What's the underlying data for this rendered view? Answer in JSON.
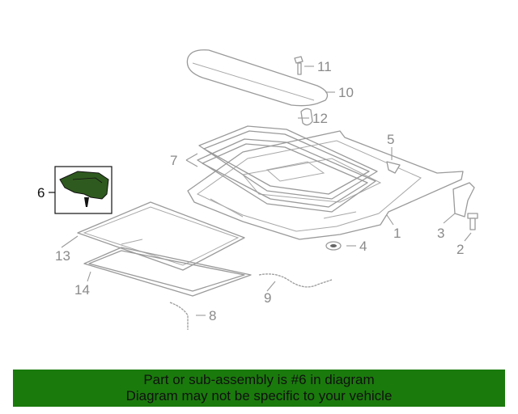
{
  "diagram": {
    "callouts": [
      {
        "id": "1",
        "label": "1"
      },
      {
        "id": "2",
        "label": "2"
      },
      {
        "id": "3",
        "label": "3"
      },
      {
        "id": "4",
        "label": "4"
      },
      {
        "id": "5",
        "label": "5"
      },
      {
        "id": "6",
        "label": "6"
      },
      {
        "id": "7",
        "label": "7"
      },
      {
        "id": "8",
        "label": "8"
      },
      {
        "id": "9",
        "label": "9"
      },
      {
        "id": "10",
        "label": "10"
      },
      {
        "id": "11",
        "label": "11"
      },
      {
        "id": "12",
        "label": "12"
      },
      {
        "id": "13",
        "label": "13"
      },
      {
        "id": "14",
        "label": "14"
      }
    ],
    "highlighted_part": "6"
  },
  "colors": {
    "banner_bg": "#1a7a0c",
    "highlight_part": "#2f5a1f",
    "outline": "#9a9a9a"
  },
  "banner": {
    "line1": "Part or sub-assembly is #6 in diagram",
    "line2": "Diagram may not be specific to your vehicle"
  }
}
